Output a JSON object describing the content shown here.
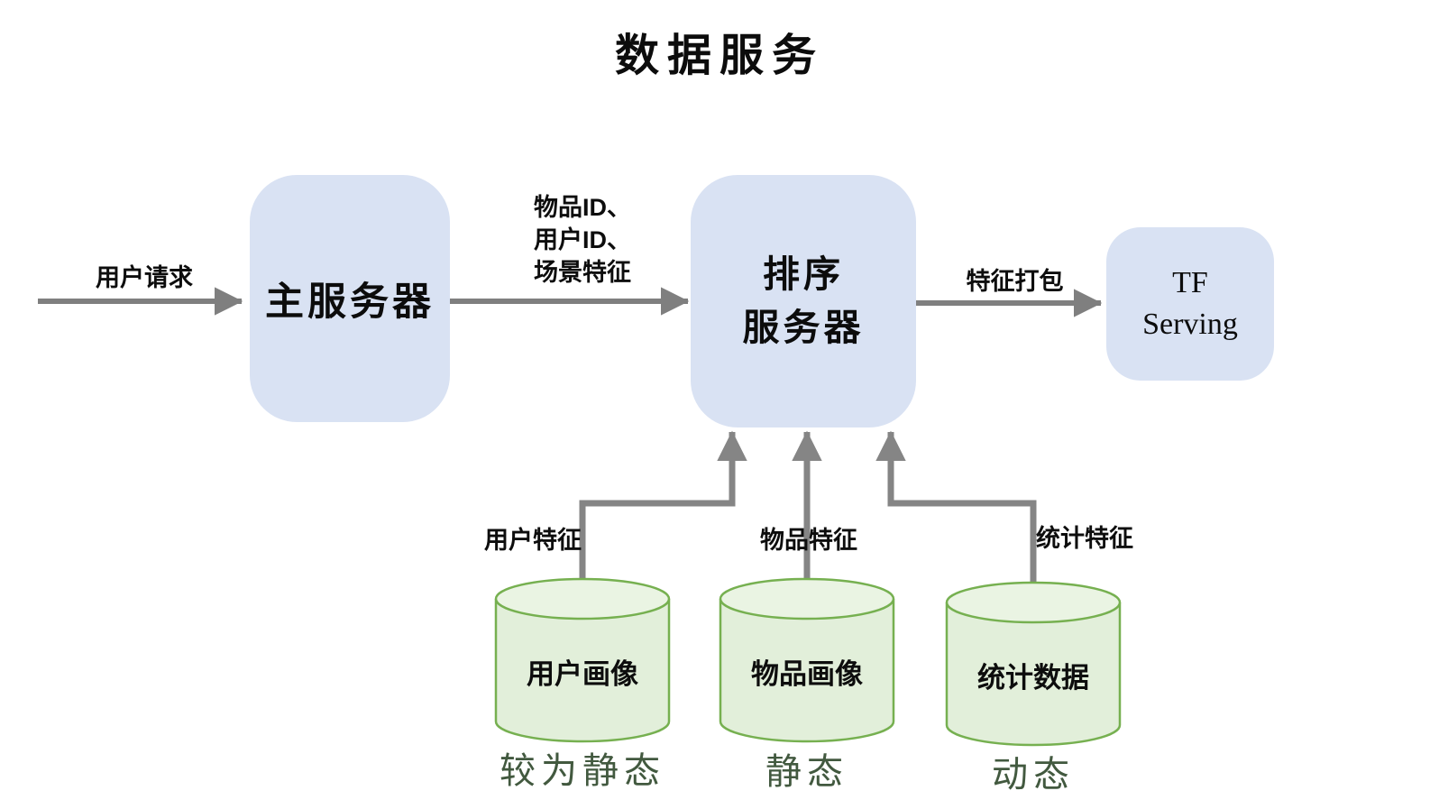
{
  "title": "数据服务",
  "colors": {
    "node_fill": "#d9e2f3",
    "cylinder_fill": "#e2efda",
    "cylinder_top_fill": "#eaf4e3",
    "cylinder_stroke": "#76b050",
    "arrow": "#7f7f7f",
    "connector": "#858585",
    "caption_text": "#42593f",
    "text": "#0d0d0d"
  },
  "nodes": {
    "main_server": {
      "label": "主服务器"
    },
    "ranking_server": {
      "label": "排序\n服务器"
    },
    "tf_serving": {
      "label": "TF\nServing"
    }
  },
  "edges": {
    "user_request": {
      "label": "用户请求"
    },
    "ids_scene_features": {
      "label": "物品ID、\n用户ID、\n场景特征"
    },
    "feature_packing": {
      "label": "特征打包"
    },
    "user_features": {
      "label": "用户特征"
    },
    "item_features": {
      "label": "物品特征"
    },
    "stat_features": {
      "label": "统计特征"
    }
  },
  "datastores": [
    {
      "label": "用户画像",
      "caption": "较为静态"
    },
    {
      "label": "物品画像",
      "caption": "静态"
    },
    {
      "label": "统计数据",
      "caption": "动态"
    }
  ]
}
